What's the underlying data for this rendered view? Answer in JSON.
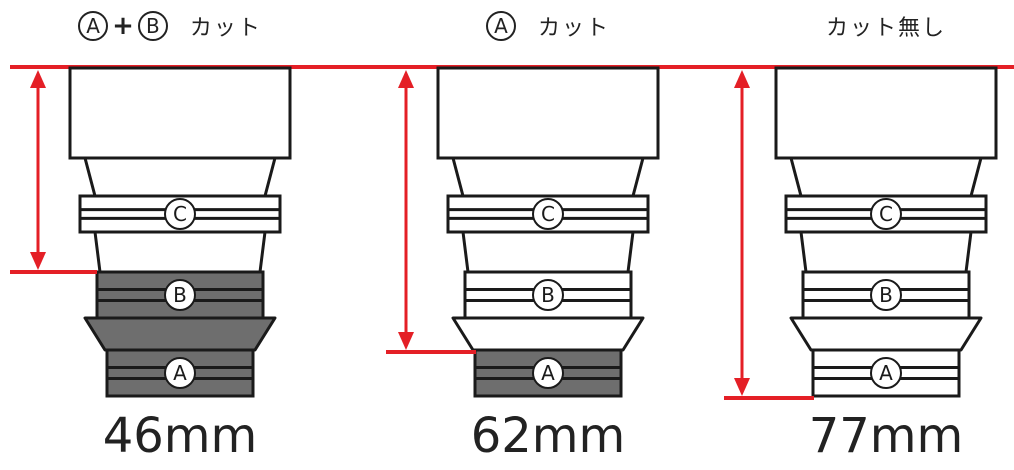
{
  "colors": {
    "accent_red": "#e41f26",
    "cut_gray": "#6e6e6e",
    "outline": "#1a1a1a"
  },
  "ring_labels": {
    "a": "A",
    "b": "B",
    "c": "C"
  },
  "header_operators": {
    "plus": "+"
  },
  "columns": [
    {
      "id": "ab-cut",
      "header": "カット",
      "header_circles": [
        "A",
        "B"
      ],
      "length": "46mm",
      "cut": [
        "A",
        "B"
      ]
    },
    {
      "id": "a-cut",
      "header": "カット",
      "header_circles": [
        "A"
      ],
      "length": "62mm",
      "cut": [
        "A"
      ]
    },
    {
      "id": "no-cut",
      "header": "カット無し",
      "header_circles": [],
      "length": "77mm",
      "cut": []
    }
  ]
}
